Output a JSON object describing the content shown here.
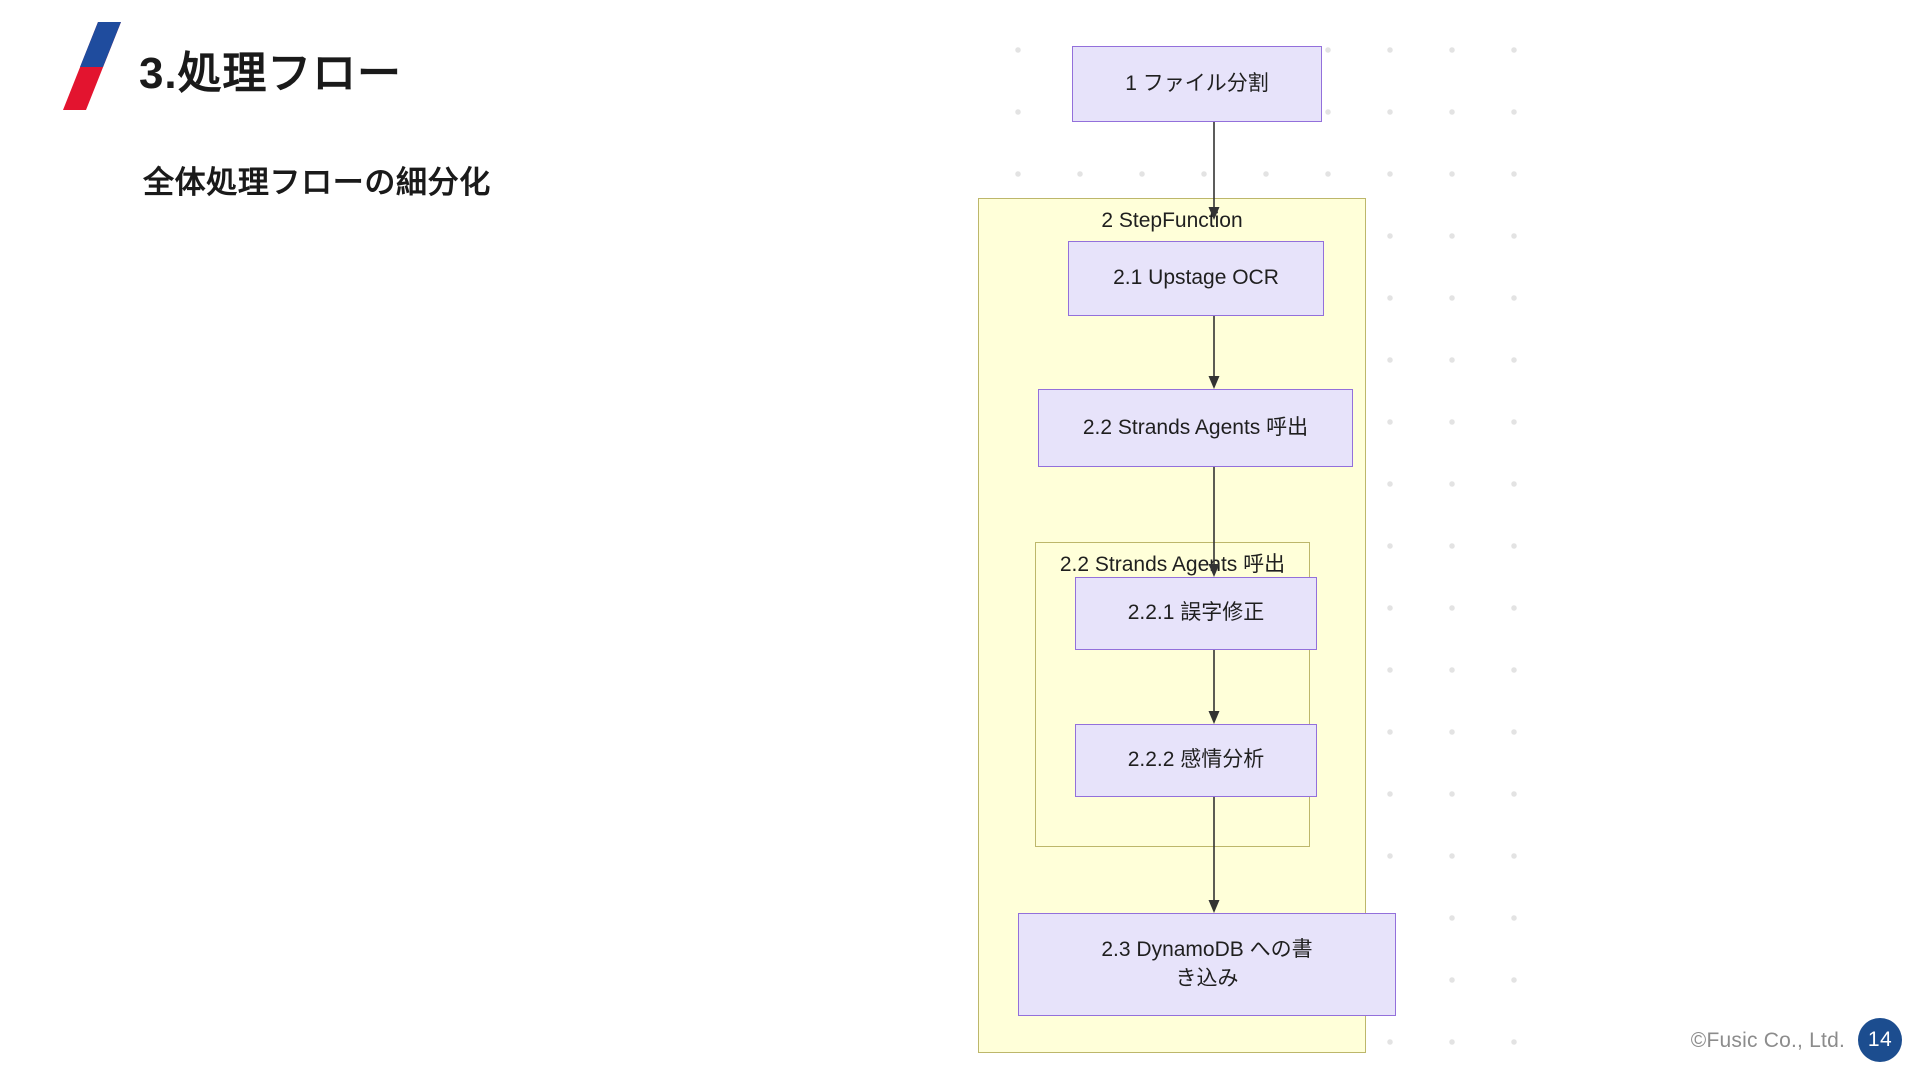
{
  "slide": {
    "title": "3.処理フロー",
    "subtitle": "全体処理フローの細分化",
    "logo_colors": {
      "top": "#1f4c9e",
      "bottom": "#e3142f"
    }
  },
  "footer": {
    "copyright": "©Fusic Co., Ltd.",
    "page_number": "14",
    "badge_color": "#1c4d8f"
  },
  "diagram": {
    "type": "flowchart",
    "direction": "top-down",
    "node_fill": "#e7e3fa",
    "node_border": "#9370db",
    "subgraph_fill": "#ffffd9",
    "subgraph_border": "#bdb76b",
    "nodes": [
      {
        "id": "n1",
        "label": "1 ファイル分割"
      },
      {
        "id": "n21",
        "label": "2.1 Upstage OCR"
      },
      {
        "id": "n22",
        "label": "2.2 Strands Agents 呼出"
      },
      {
        "id": "n221",
        "label": "2.2.1 誤字修正"
      },
      {
        "id": "n222",
        "label": "2.2.2 感情分析"
      },
      {
        "id": "n23",
        "label": "2.3 DynamoDB への書き込み"
      }
    ],
    "subgraphs": [
      {
        "id": "sg2",
        "label": "2 StepFunction"
      },
      {
        "id": "sg22",
        "label": "2.2 Strands Agents 呼出"
      }
    ],
    "edges": [
      {
        "from": "n1",
        "to": "n21"
      },
      {
        "from": "n21",
        "to": "n22"
      },
      {
        "from": "n22",
        "to": "n221"
      },
      {
        "from": "n221",
        "to": "n222"
      },
      {
        "from": "n222",
        "to": "n23"
      }
    ]
  }
}
